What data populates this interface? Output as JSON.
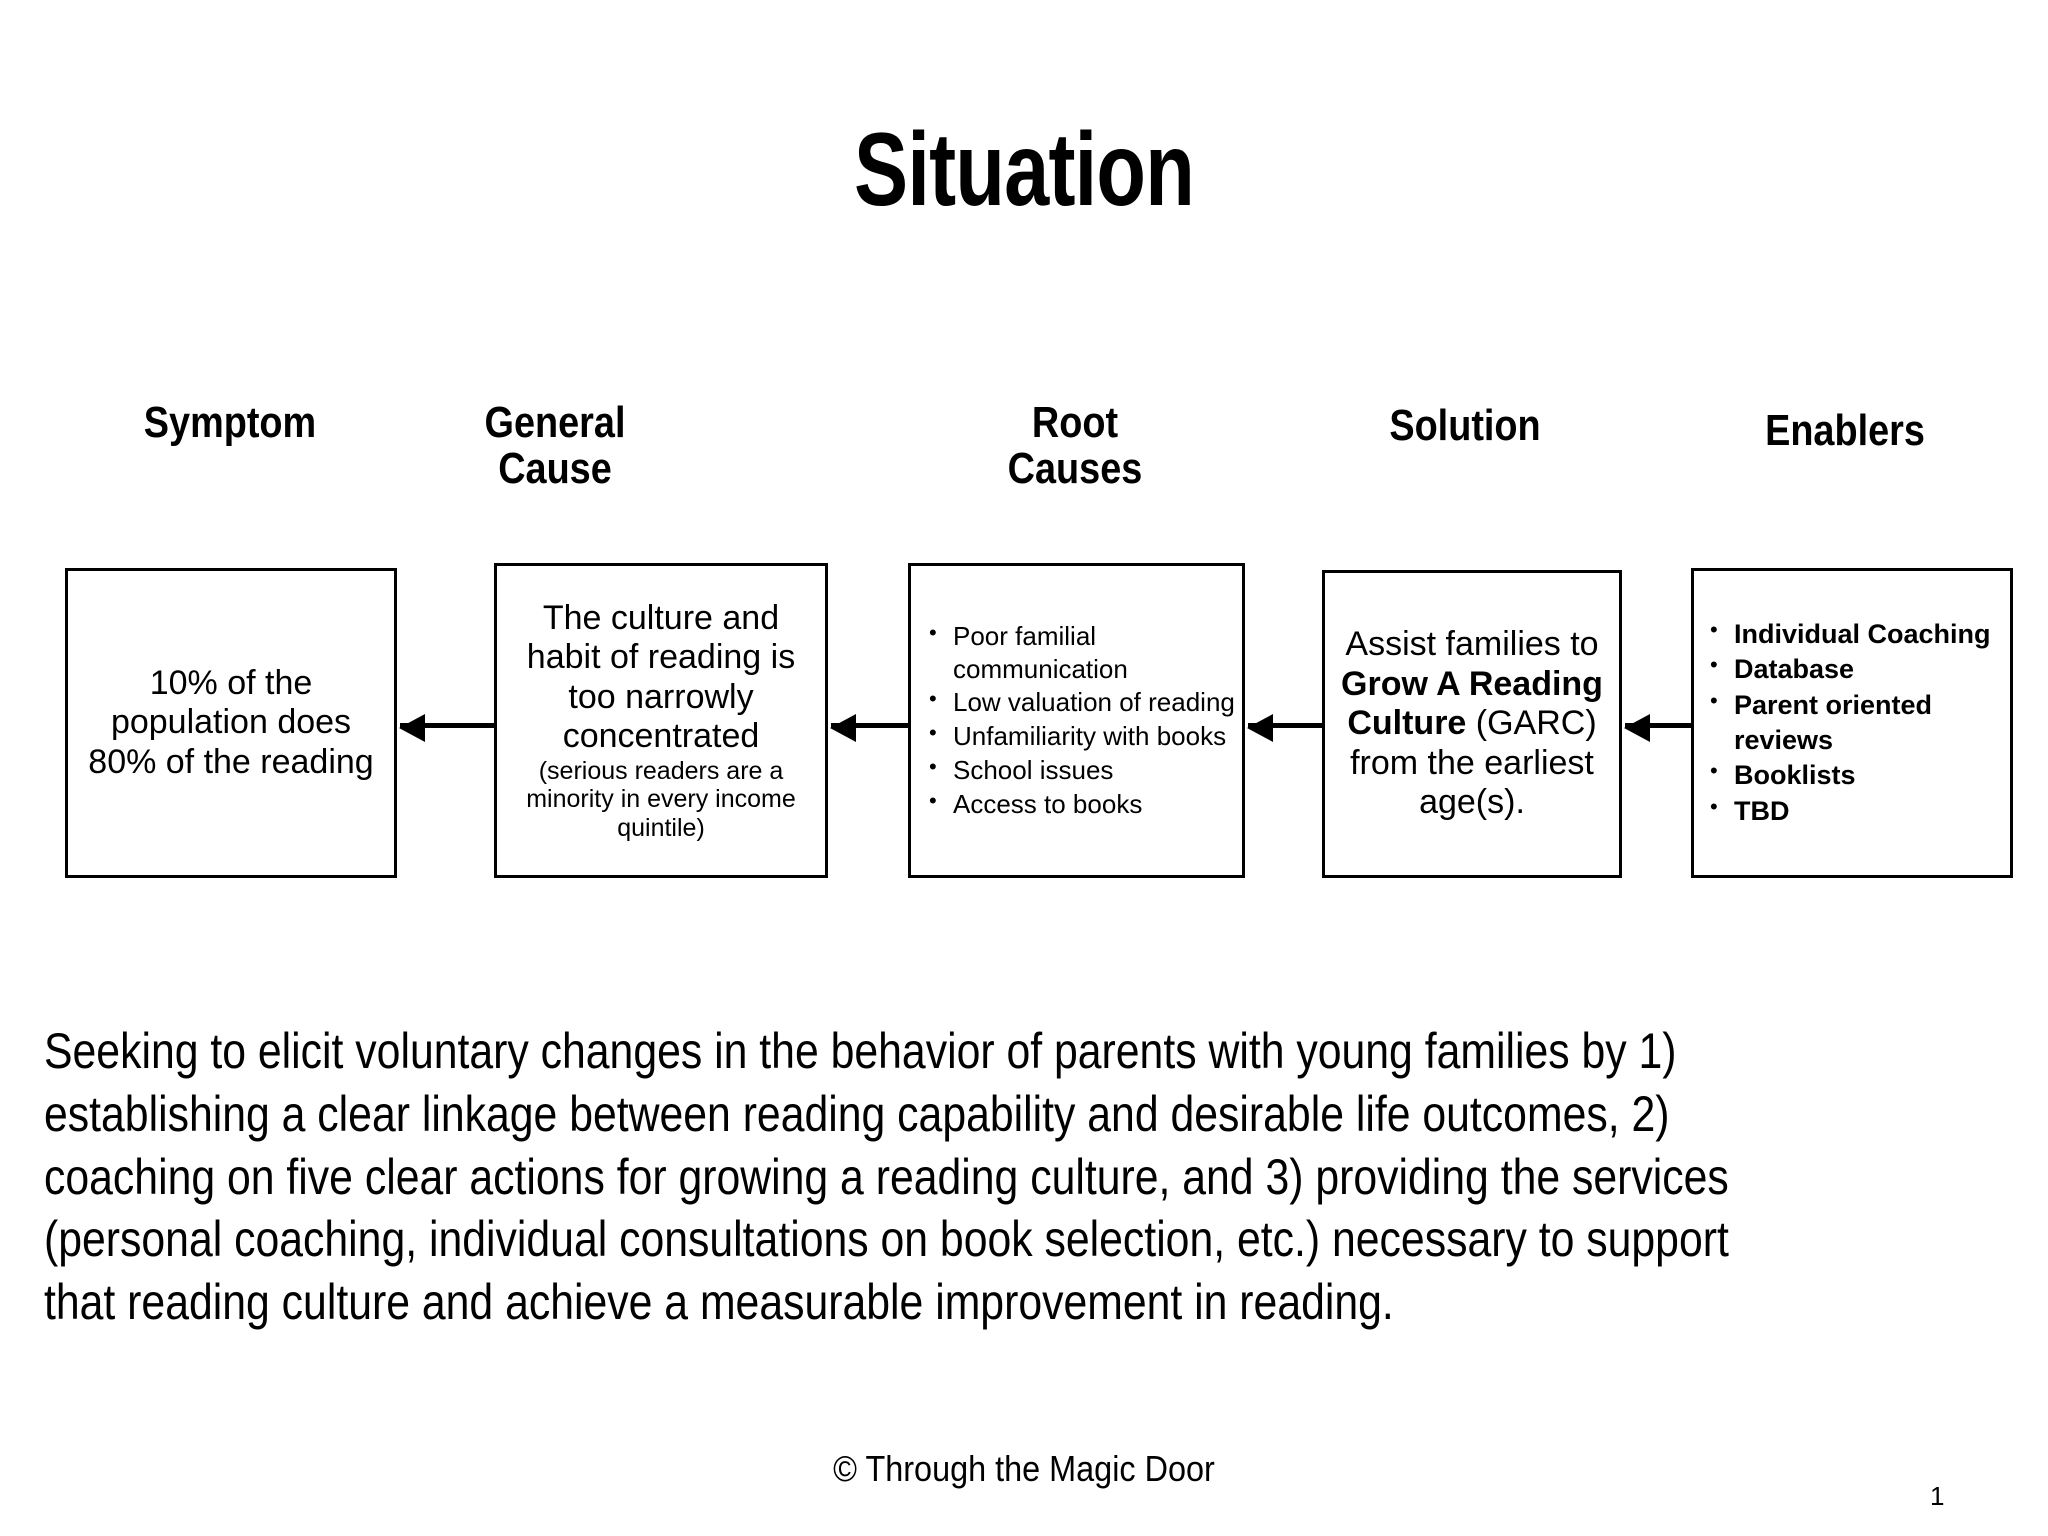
{
  "slide": {
    "title": "Situation",
    "page_number": "1",
    "copyright": "© Through the Magic Door"
  },
  "columns": [
    {
      "header": "Symptom"
    },
    {
      "header": "General\nCause"
    },
    {
      "header": "Root\nCauses"
    },
    {
      "header": "Solution"
    },
    {
      "header": "Enablers"
    }
  ],
  "headers": {
    "symptom": "Symptom",
    "general_cause_line1": "General",
    "general_cause_line2": "Cause",
    "root_causes_line1": "Root",
    "root_causes_line2": "Causes",
    "solution": "Solution",
    "enablers": "Enablers"
  },
  "boxes": {
    "symptom": {
      "text": "10% of the population does 80% of the reading"
    },
    "general_cause": {
      "text": "The culture and habit of reading is too narrowly concentrated",
      "subtext": "(serious readers are a minority in every income quintile)"
    },
    "root_causes": {
      "bullets": [
        "Poor familial communication",
        "Low valuation of reading",
        "Unfamiliarity with books",
        "School issues",
        "Access to books"
      ]
    },
    "solution": {
      "lead": "Assist families to ",
      "emphasis": "Grow A Reading Culture",
      "tail": " (GARC) from the earliest age(s)."
    },
    "enablers": {
      "bullets": [
        "Individual Coaching",
        "Database",
        "Parent oriented reviews",
        "Booklists",
        "TBD"
      ]
    }
  },
  "arrows": {
    "direction": "right-to-left",
    "count": 4,
    "label": "flow-arrow-pointing-left"
  },
  "paragraph": {
    "text": "Seeking to elicit voluntary changes in the behavior of parents with young families by 1) establishing a clear linkage between reading capability and desirable life outcomes, 2) coaching on five clear actions for growing a reading culture, and 3) providing the services (personal coaching, individual consultations on book selection, etc.) necessary to support that reading culture and achieve a measurable improvement in reading."
  },
  "colors": {
    "background": "#ffffff",
    "ink": "#000000",
    "box_border": "#000000"
  }
}
